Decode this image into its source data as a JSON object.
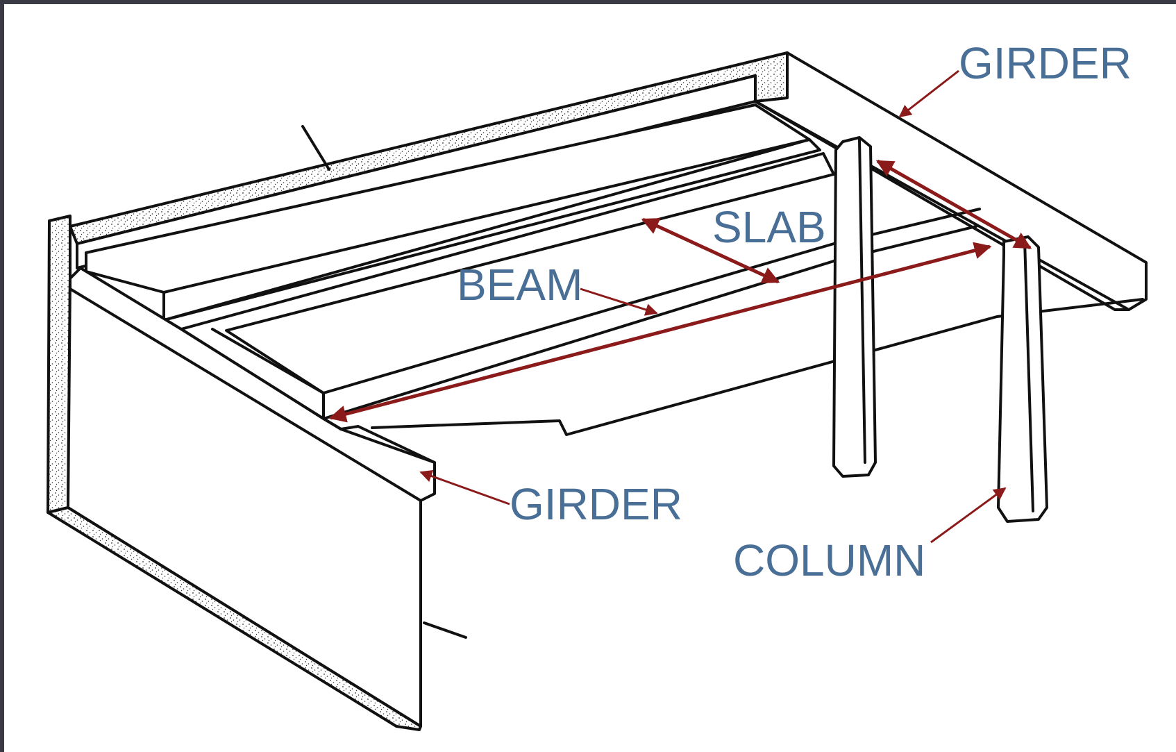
{
  "labels": {
    "girder_top": "GIRDER",
    "slab": "SLAB",
    "beam": "BEAM",
    "girder_bottom": "GIRDER",
    "column": "COLUMN"
  },
  "colors": {
    "label": "#4a6f96",
    "arrow": "#8b1a1a",
    "line": "#111111",
    "frame": "#3a3a44"
  }
}
